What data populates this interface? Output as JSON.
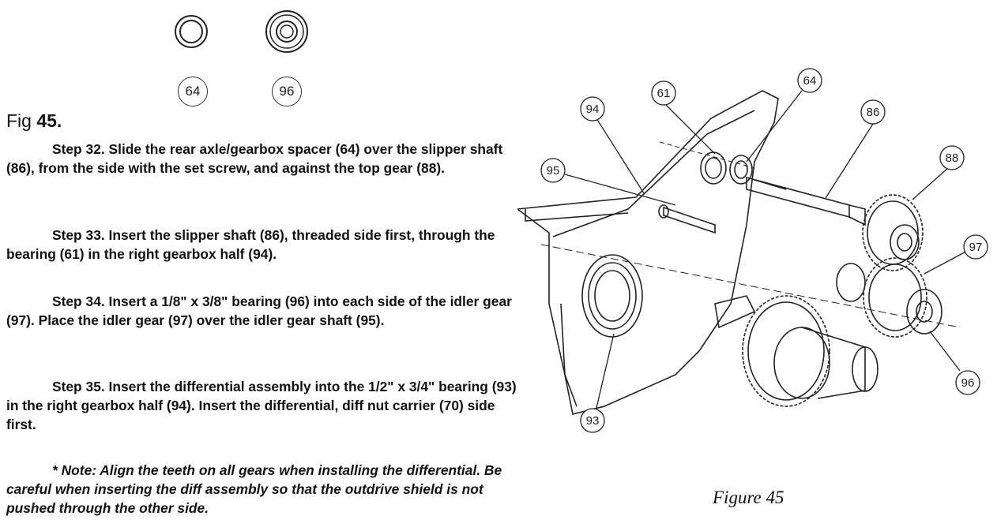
{
  "top_parts": [
    {
      "label": "64"
    },
    {
      "label": "96"
    }
  ],
  "figure_heading": {
    "prefix": "Fig",
    "number": "45."
  },
  "steps": [
    {
      "text": "Step 32.  Slide the rear axle/gearbox spacer (64) over the slipper shaft (86), from the side with the set screw, and against the top gear (88)."
    },
    {
      "text": "Step 33.  Insert the slipper shaft (86), threaded side first, through the bearing (61) in the right gearbox half (94)."
    },
    {
      "text": "Step 34.  Insert a 1/8\" x 3/8\" bearing (96) into each side of the idler gear (97).  Place the idler gear (97) over the idler gear shaft (95)."
    },
    {
      "text": "Step 35.  Insert the differential assembly into the 1/2\" x 3/4\" bearing (93) in the right gearbox half (94).  Insert the differential, diff nut carrier (70) side first."
    }
  ],
  "note": {
    "text": "* Note:  Align the teeth on all gears when installing the differential.  Be careful when inserting the diff assembly so that the outdrive shield is not pushed through the other side."
  },
  "callouts": [
    "94",
    "61",
    "64",
    "86",
    "88",
    "95",
    "97",
    "96",
    "93"
  ],
  "caption": "Figure 45"
}
